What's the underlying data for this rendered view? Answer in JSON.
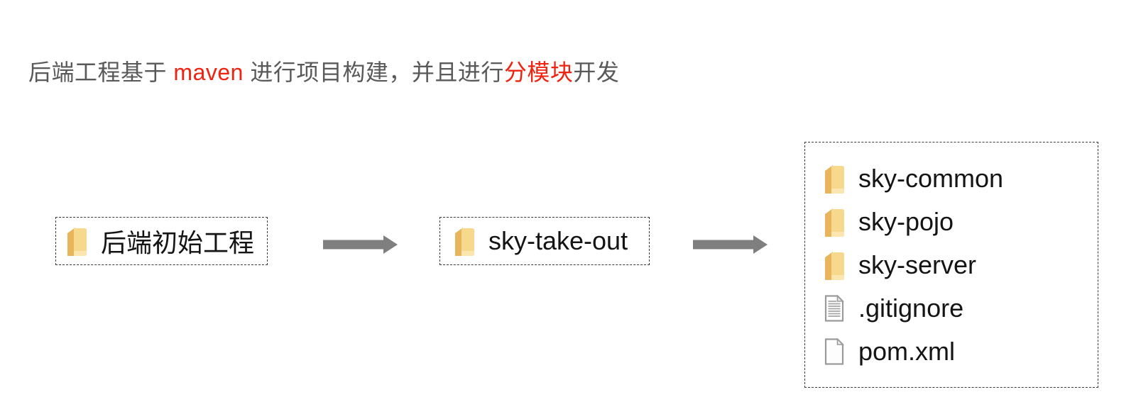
{
  "title": {
    "segments": [
      {
        "text": "后端工程基于 ",
        "color": "#595959"
      },
      {
        "text": "maven",
        "color": "#f02310"
      },
      {
        "text": " 进行项目构建，并且进行",
        "color": "#595959"
      },
      {
        "text": "分模块",
        "color": "#f02310"
      },
      {
        "text": "开发",
        "color": "#595959"
      }
    ]
  },
  "flow": {
    "source": {
      "label": "后端初始工程",
      "icon": "folder-icon"
    },
    "parent": {
      "label": "sky-take-out",
      "icon": "folder-icon"
    },
    "children": {
      "items": [
        {
          "name": "sky-common",
          "icon": "folder-icon"
        },
        {
          "name": "sky-pojo",
          "icon": "folder-icon"
        },
        {
          "name": "sky-server",
          "icon": "folder-icon"
        },
        {
          "name": ".gitignore",
          "icon": "text-file-icon"
        },
        {
          "name": "pom.xml",
          "icon": "file-icon"
        }
      ]
    }
  },
  "colors": {
    "title_gray": "#595959",
    "accent_red": "#f02310",
    "arrow_gray": "#7f7f7f",
    "folder_front": "#f7d98d",
    "folder_back": "#e8b45c",
    "file_outline": "#9b9b9b",
    "label_text": "#141414",
    "box_border": "#3c3c3c"
  }
}
